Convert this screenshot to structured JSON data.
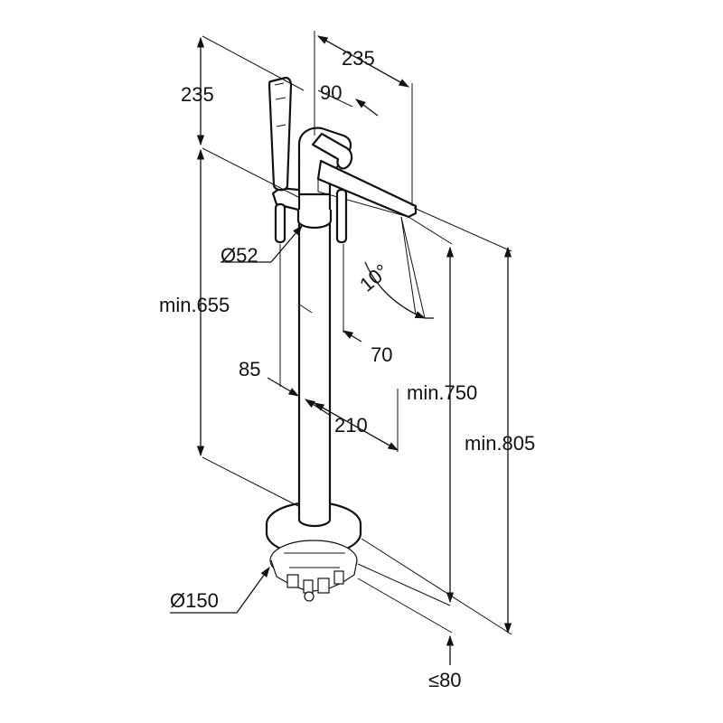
{
  "drawing": {
    "dimensions": {
      "top_depth": "235",
      "top_width": "235",
      "spout_offset": "90",
      "hose_diameter": "Ø52",
      "min_height_handle": "min.655",
      "angle": "10°",
      "spout_reach": "70",
      "pipe_offset": "85",
      "base_offset": "210",
      "min_height_spout": "min.750",
      "min_height_total": "min.805",
      "base_diameter": "Ø150",
      "floor_depth": "≤80"
    },
    "line_color": "#111111"
  }
}
